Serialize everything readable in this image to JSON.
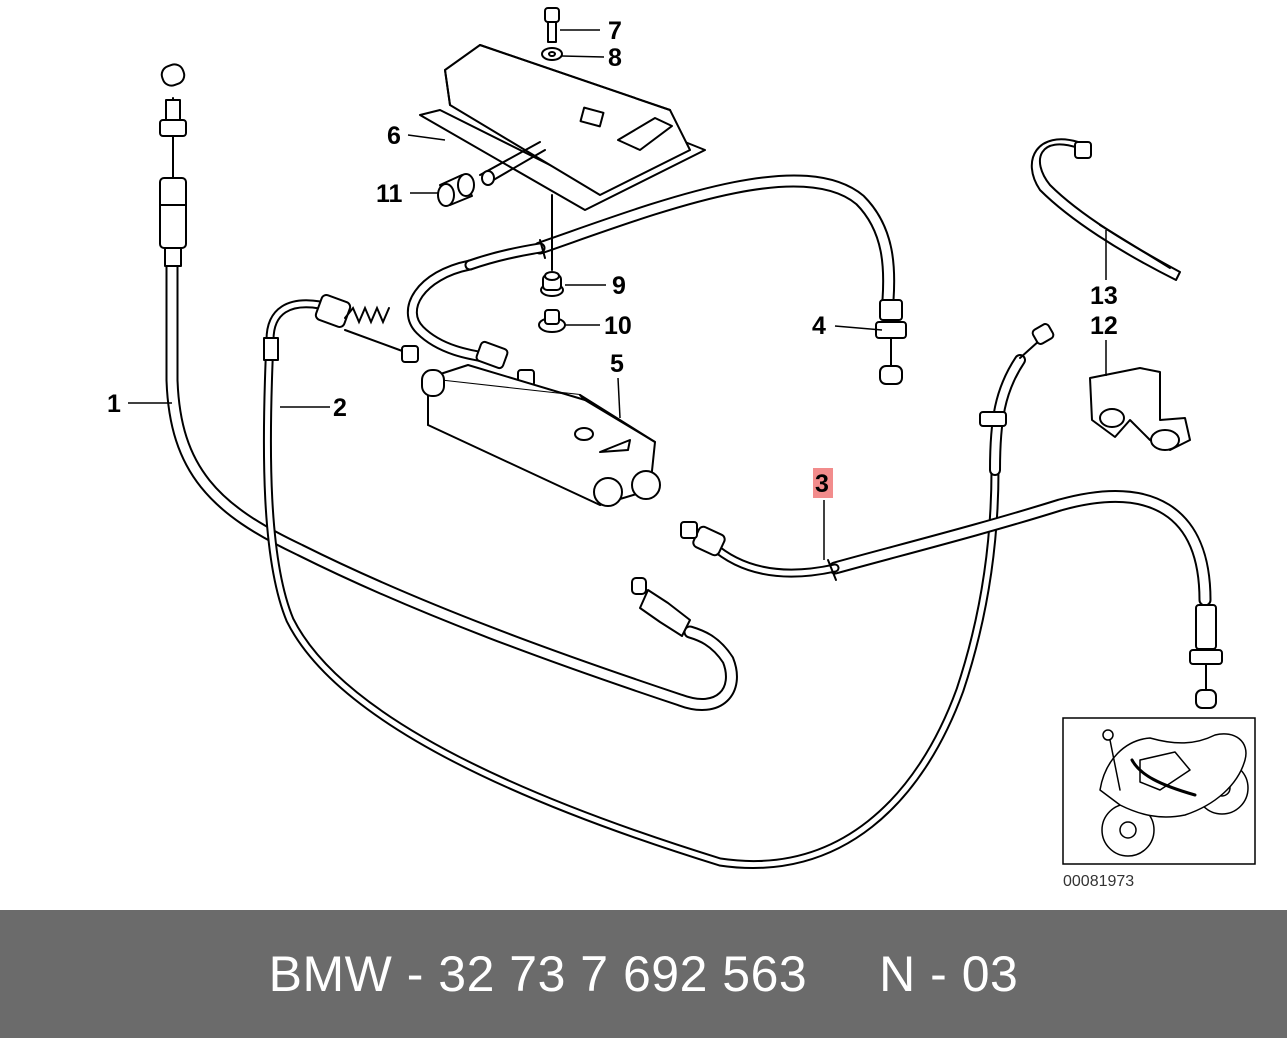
{
  "diagram": {
    "callouts": {
      "c1": "1",
      "c2": "2",
      "c3": "3",
      "c4": "4",
      "c5": "5",
      "c6": "6",
      "c7": "7",
      "c8": "8",
      "c9": "9",
      "c10": "10",
      "c11": "11",
      "c12": "12",
      "c13": "13"
    },
    "highlighted_callout": "3",
    "reference_number": "00081973"
  },
  "footer": {
    "caption": "BMW - 32 73 7 692 563     N - 03"
  },
  "colors": {
    "footer_background": "#6b6b6b",
    "highlight": "#f28c8c",
    "line_art": "#000000"
  }
}
